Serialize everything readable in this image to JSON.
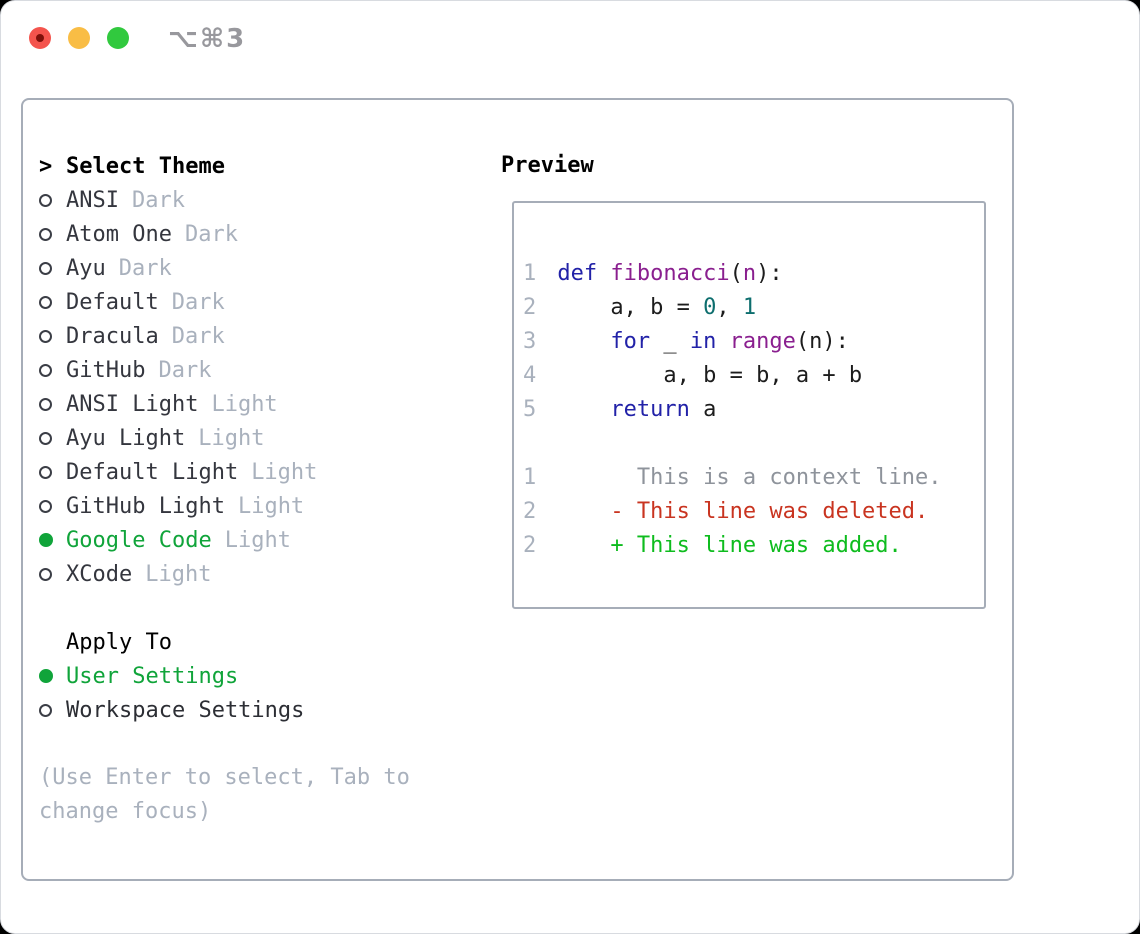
{
  "titlebar": {
    "title": "⌥⌘3"
  },
  "theme_picker": {
    "prompt": ">",
    "heading": "Select Theme",
    "items": [
      {
        "name": "ANSI",
        "variant": "Dark",
        "selected": false
      },
      {
        "name": "Atom One",
        "variant": "Dark",
        "selected": false
      },
      {
        "name": "Ayu",
        "variant": "Dark",
        "selected": false
      },
      {
        "name": "Default",
        "variant": "Dark",
        "selected": false
      },
      {
        "name": "Dracula",
        "variant": "Dark",
        "selected": false
      },
      {
        "name": "GitHub",
        "variant": "Dark",
        "selected": false
      },
      {
        "name": "ANSI Light",
        "variant": "Light",
        "selected": false
      },
      {
        "name": "Ayu Light",
        "variant": "Light",
        "selected": false
      },
      {
        "name": "Default Light",
        "variant": "Light",
        "selected": false
      },
      {
        "name": "GitHub Light",
        "variant": "Light",
        "selected": false
      },
      {
        "name": "Google Code",
        "variant": "Light",
        "selected": true
      },
      {
        "name": "XCode",
        "variant": "Light",
        "selected": false
      }
    ]
  },
  "apply_to": {
    "heading": "Apply To",
    "options": [
      {
        "label": "User Settings",
        "selected": true
      },
      {
        "label": "Workspace Settings",
        "selected": false
      }
    ]
  },
  "help_text": [
    "(Use Enter to select, Tab to",
    "change focus)"
  ],
  "preview": {
    "heading": "Preview",
    "code_lines": [
      {
        "num": "1",
        "tokens": [
          [
            "def",
            "kw"
          ],
          [
            " ",
            "pln"
          ],
          [
            "fibonacci",
            "fn"
          ],
          [
            "(",
            "pln"
          ],
          [
            "n",
            "fn"
          ],
          [
            "):",
            "pln"
          ]
        ]
      },
      {
        "num": "2",
        "tokens": [
          [
            "    a, b = ",
            "pln"
          ],
          [
            "0",
            "lit"
          ],
          [
            ", ",
            "pln"
          ],
          [
            "1",
            "lit"
          ]
        ]
      },
      {
        "num": "3",
        "tokens": [
          [
            "    ",
            "pln"
          ],
          [
            "for",
            "kw"
          ],
          [
            " _ ",
            "pln"
          ],
          [
            "in",
            "kw"
          ],
          [
            " ",
            "pln"
          ],
          [
            "range",
            "fn"
          ],
          [
            "(n):",
            "pln"
          ]
        ]
      },
      {
        "num": "4",
        "tokens": [
          [
            "        a, b = b, a + b",
            "pln"
          ]
        ]
      },
      {
        "num": "5",
        "tokens": [
          [
            "    ",
            "pln"
          ],
          [
            "return",
            "kw"
          ],
          [
            " a",
            "pln"
          ]
        ]
      }
    ],
    "diff_lines": [
      {
        "num": "1",
        "type": "context",
        "text": "      This is a context line."
      },
      {
        "num": "2",
        "type": "deleted",
        "text": "    - This line was deleted."
      },
      {
        "num": "2",
        "type": "added",
        "text": "    + This line was added."
      }
    ]
  },
  "colors": {
    "tl_close": "#f4544d",
    "tl_close_dot": "#7e100a",
    "tl_min": "#f9bd45",
    "tl_zoom": "#31c93e",
    "panel_border": "#a6adb8",
    "selected_green": "#10a43a",
    "muted_gray": "#a9b1bd",
    "line_number": "#a9b1bd",
    "keyword": "#2222a8",
    "function": "#8a1f8f",
    "literal": "#0d6e6e",
    "plain": "#1c1c1c",
    "diff_context": "#8e939b",
    "diff_deleted": "#c93420",
    "diff_added": "#0ebc1e"
  }
}
